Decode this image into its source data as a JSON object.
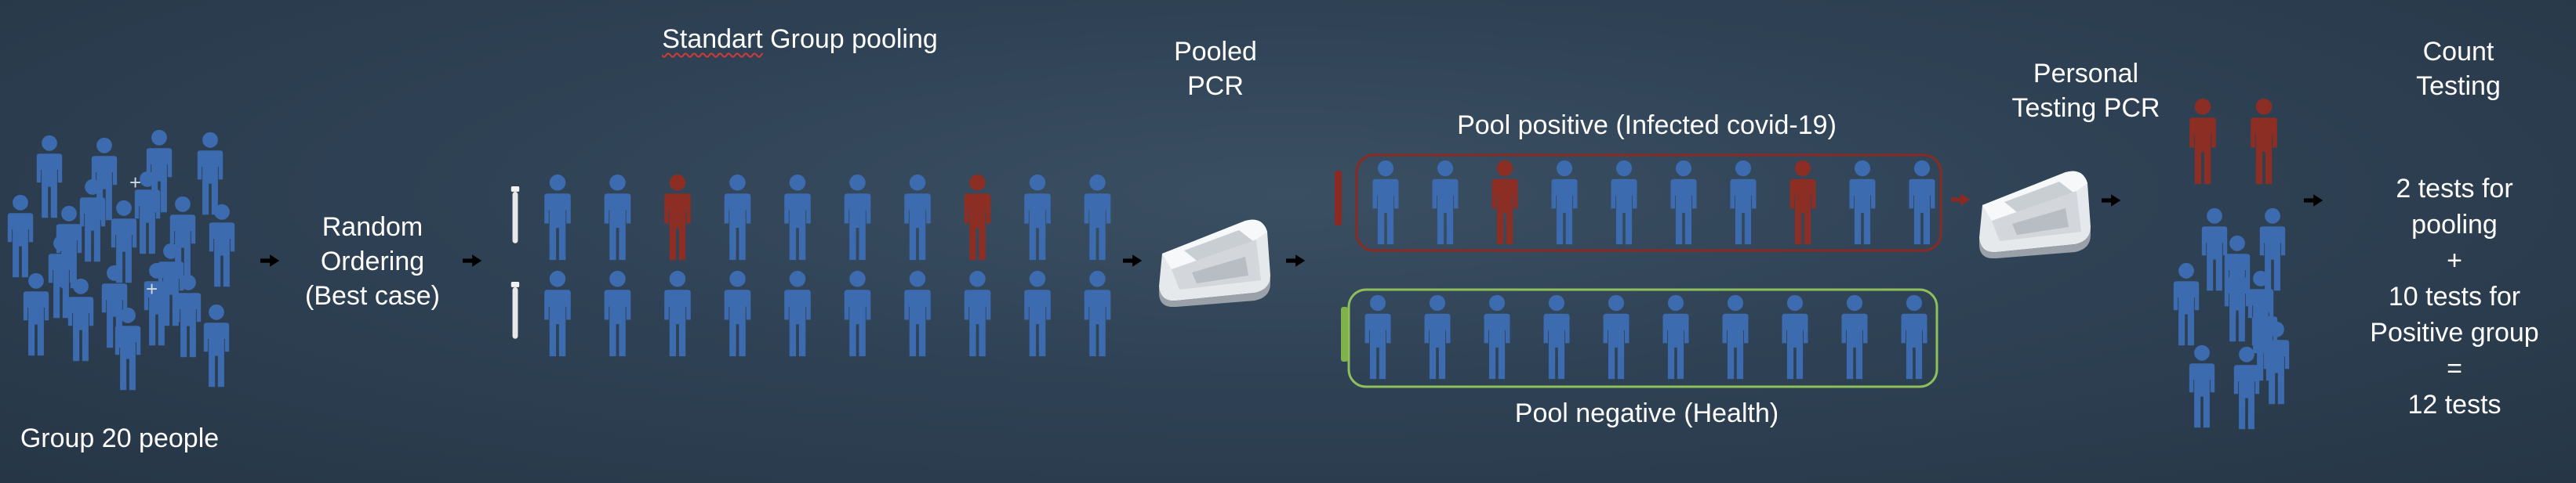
{
  "labels": {
    "group": "Group 20 people",
    "random_line1": "Random",
    "random_line2": "Ordering",
    "random_line3": "(Best case)",
    "standart_word": "Standart",
    "standart_rest": " Group pooling",
    "pooled_line1": "Pooled",
    "pooled_line2": "PCR",
    "pool_positive": "Pool positive (Infected covid-19)",
    "pool_negative": "Pool negative (Health)",
    "personal_line1": "Personal",
    "personal_line2": "Testing PCR",
    "count_line1": "Count",
    "count_line2": "Testing",
    "count_pooling1": "2 tests for",
    "count_pooling2": "pooling",
    "count_plus": "+",
    "count_positive1": "10 tests for",
    "count_positive2": "Positive group",
    "count_equals": "=",
    "count_total": "12 tests"
  },
  "colors": {
    "healthy": "#3c6bb0",
    "infected": "#8c2e24",
    "positive_frame": "#8a2a22",
    "negative_frame": "#8fbf5a",
    "arrow": "#000000"
  },
  "rows": {
    "standard_row1": [
      "h",
      "h",
      "i",
      "h",
      "h",
      "h",
      "h",
      "i",
      "h",
      "h"
    ],
    "standard_row2": [
      "h",
      "h",
      "h",
      "h",
      "h",
      "h",
      "h",
      "h",
      "h",
      "h"
    ],
    "positive_pool": [
      "h",
      "h",
      "i",
      "h",
      "h",
      "h",
      "h",
      "i",
      "h",
      "h"
    ],
    "negative_pool": [
      "h",
      "h",
      "h",
      "h",
      "h",
      "h",
      "h",
      "h",
      "h",
      "h"
    ]
  },
  "icons": [
    "person-icon",
    "test-tube-icon",
    "pcr-machine-icon",
    "arrow-icon"
  ]
}
